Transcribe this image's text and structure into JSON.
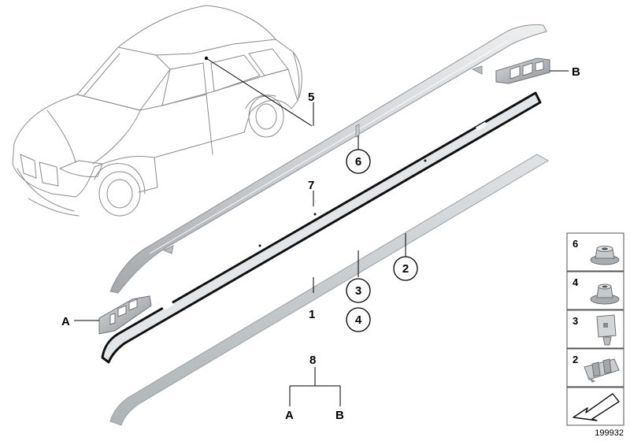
{
  "callouts": {
    "c1": "1",
    "c2": "2",
    "c3": "3",
    "c4": "4",
    "c5": "5",
    "c6": "6",
    "c7": "7",
    "c8": "8",
    "cA": "A",
    "cB": "B",
    "c8A": "A",
    "c8B": "B"
  },
  "legend": {
    "items": [
      {
        "number": "6"
      },
      {
        "number": "4"
      },
      {
        "number": "3"
      },
      {
        "number": "2"
      }
    ]
  },
  "diagram_number": "199932"
}
